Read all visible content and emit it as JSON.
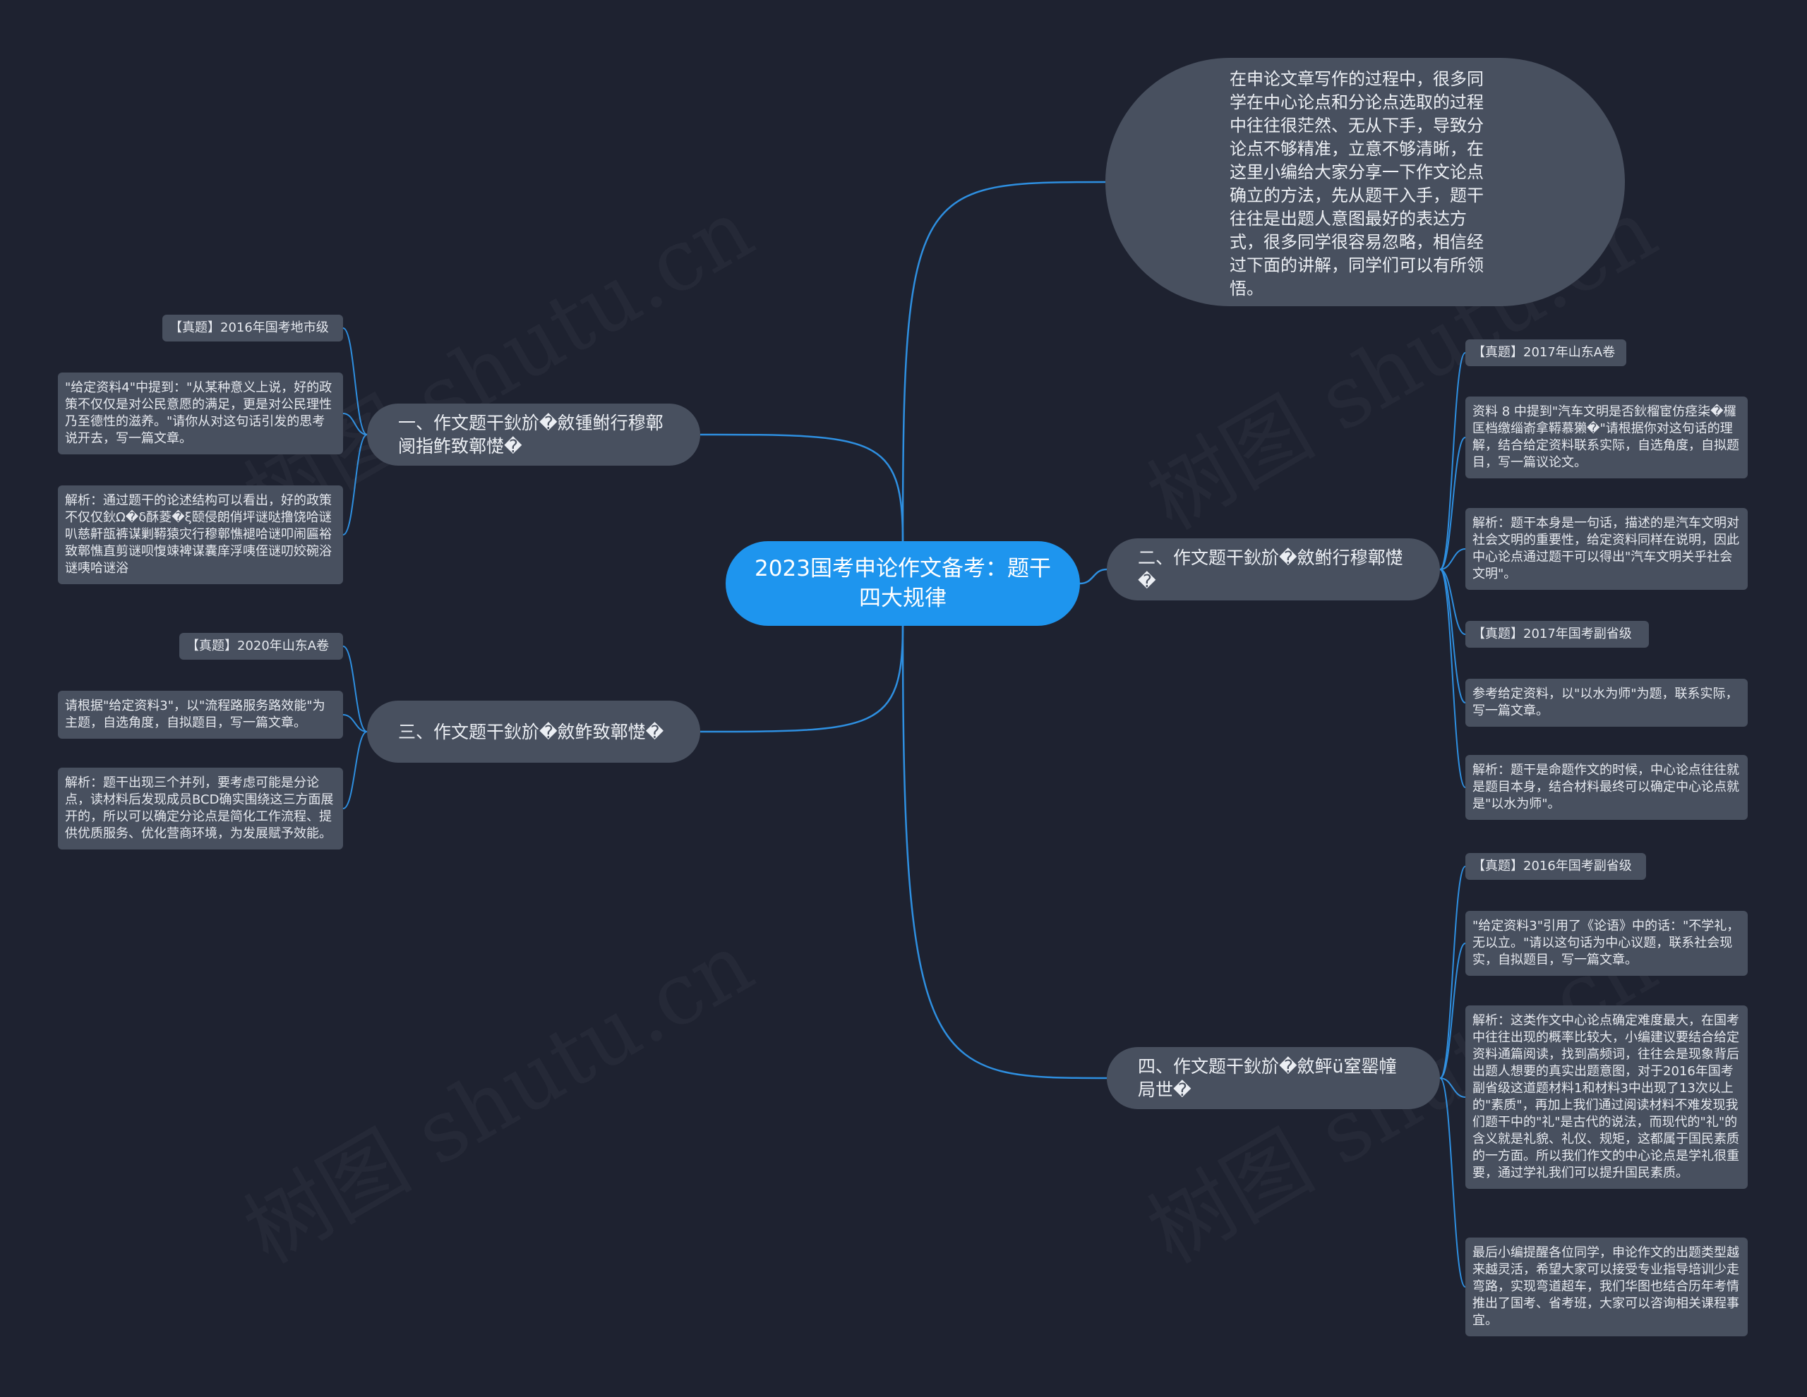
{
  "root": {
    "title": "2023国考申论作文备考：题干四大规律"
  },
  "intro": {
    "text": "在申论文章写作的过程中，很多同学在中心论点和分论点选取的过程中往往很茫然、无从下手，导致分论点不够精准，立意不够清晰，在这里小编给大家分享一下作文论点确立的方法，先从题干入手，题干往往是出题人意图最好的表达方式，很多同学很容易忽略，相信经过下面的讲解，同学们可以有所领悟。"
  },
  "branches": [
    {
      "id": "b1",
      "label": "一、作文题干鈥斺�斂锺鲋行穆鄣阌指鲊致鄣憷�",
      "leaves": [
        "【真题】2016年国考地市级",
        "\"给定资料4\"中提到：\"从某种意义上说，好的政策不仅仅是对公民意愿的满足，更是对公民理性乃至德性的滋养。\"请你从对这句话引发的思考说开去，写一篇文章。",
        "解析：通过题干的论述结构可以看出，好的政策不仅仅鈥Ω�δ酥菱�ξ颐侵朗俏坪谜哒撸饶哈谜叭慈鼾瓿裤谋剿鞯猿灾行穆鄣憔褪哈谜叩闹匾裕致鄣憔直剪谜呗愎竦裨谋囊庠浮咦侄谜叨姣碗浴谜咦哈谜浴"
      ]
    },
    {
      "id": "b2",
      "label": "二、作文题干鈥斺�斂鲋行穆鄣憷�",
      "leaves": [
        "【真题】2017年山东A卷",
        "资料 8 中提到\"汽车文明是否鈥榴宦仿痉柒�欏匡档缴缁嵛拿鞯慕獭�\"请根据你对这句话的理解，结合给定资料联系实际，自选角度，自拟题目，写一篇议论文。",
        "解析：题干本身是一句话，描述的是汽车文明对社会文明的重要性，给定资料同样在说明，因此中心论点通过题干可以得出\"汽车文明关乎社会文明\"。",
        "【真题】2017年国考副省级",
        "参考给定资料，以\"以水为师\"为题，联系实际，写一篇文章。",
        "解析：题干是命题作文的时候，中心论点往往就是题目本身，结合材料最终可以确定中心论点就是\"以水为师\"。"
      ]
    },
    {
      "id": "b3",
      "label": "三、作文题干鈥斺�斂鲊致鄣憷�",
      "leaves": [
        "【真题】2020年山东A卷",
        "请根据\"给定资料3\"，以\"流程路服务路效能\"为主题，自选角度，自拟题目，写一篇文章。",
        "解析：题干出现三个并列，要考虑可能是分论点，读材料后发现成员BCD确实围绕这三方面展开的，所以可以确定分论点是简化工作流程、提供优质服务、优化营商环境，为发展赋予效能。"
      ]
    },
    {
      "id": "b4",
      "label": "四、作文题干鈥斺�斂鲆ü窒罂幢局世�",
      "leaves": [
        "【真题】2016年国考副省级",
        "\"给定资料3\"引用了《论语》中的话：\"不学礼，无以立。\"请以这句话为中心议题，联系社会现实，自拟题目，写一篇文章。",
        "解析：这类作文中心论点确定难度最大，在国考中往往出现的概率比较大，小编建议要结合给定资料通篇阅读，找到高频词，往往会是现象背后出题人想要的真实出题意图，对于2016年国考副省级这道题材料1和材料3中出现了13次以上的\"素质\"，再加上我们通过阅读材料不难发现我们题干中的\"礼\"是古代的说法，而现代的\"礼\"的含义就是礼貌、礼仪、规矩，这都属于国民素质的一方面。所以我们作文的中心论点是学礼很重要，通过学礼我们可以提升国民素质。",
        "最后小编提醒各位同学，申论作文的出题类型越来越灵活，希望大家可以接受专业指导培训少走弯路，实现弯道超车，我们华图也结合历年考情推出了国考、省考班，大家可以咨询相关课程事宜。"
      ]
    }
  ],
  "watermark": "树图 shutu.cn",
  "colors": {
    "background": "#1e2230",
    "root": "#1e95ee",
    "node": "#48505f",
    "link": "#2e8fe0"
  }
}
